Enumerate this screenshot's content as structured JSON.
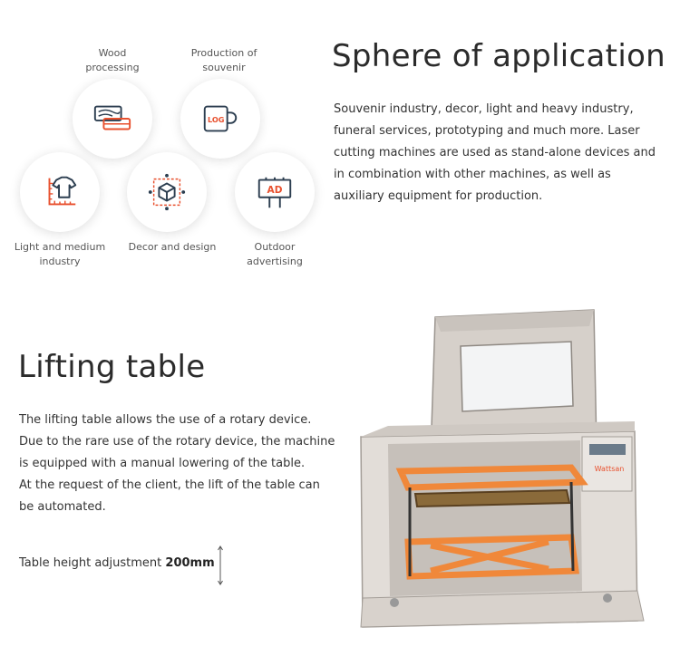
{
  "icons": [
    {
      "key": "wood",
      "icon": "wood-board-icon",
      "label": "Wood\nprocessing"
    },
    {
      "key": "souvenir",
      "icon": "log-mug-icon",
      "label": "Production of\nsouvenir"
    },
    {
      "key": "industry",
      "icon": "shirt-ruler-icon",
      "label": "Light and medium\nindustry"
    },
    {
      "key": "decor",
      "icon": "cube-design-icon",
      "label": "Decor and design"
    },
    {
      "key": "outdoor",
      "icon": "billboard-icon",
      "label": "Outdoor\nadvertising",
      "sign_text": "AD"
    }
  ],
  "mug_text": "LOG",
  "sphere": {
    "title": "Sphere of application",
    "lines": [
      "Souvenir industry, decor, light and heavy industry,",
      "funeral services, prototyping and much more. Laser",
      "cutting machines are used as stand-alone devices and",
      "in combination with other machines, as well as",
      "auxiliary equipment for production."
    ]
  },
  "lifting": {
    "title": "Lifting table",
    "lines": [
      "The lifting table allows the use of a rotary device.",
      "Due to the rare use of the rotary device, the machine",
      "is equipped with a manual lowering of the table.",
      "At the request of the client, the lift of the table can",
      "be automated."
    ],
    "adjustment_label": "Table height adjustment",
    "adjustment_value": "200mm"
  },
  "machine": {
    "brand": "Wattsan"
  },
  "colors": {
    "accent": "#e8502e",
    "orange": "#f0883a",
    "machine": "#d9d4cf"
  }
}
